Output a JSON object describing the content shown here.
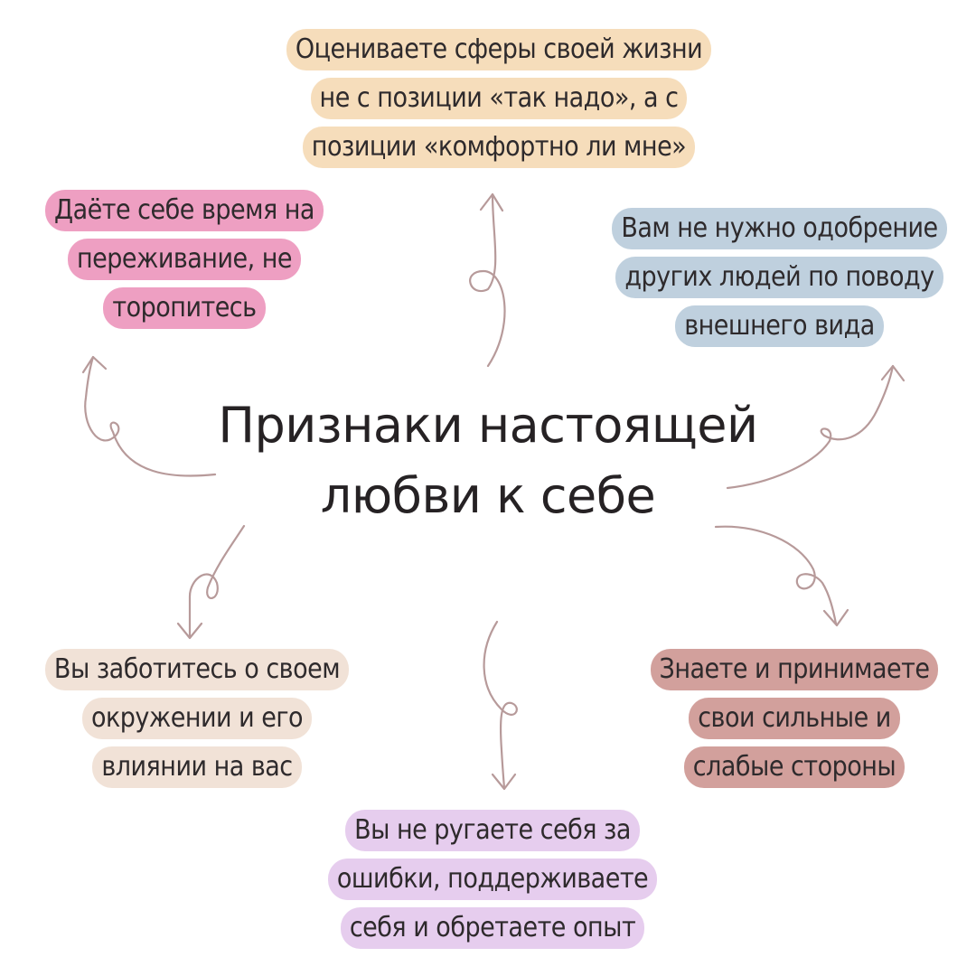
{
  "title": {
    "lines": [
      "Признаки настоящей",
      "любви к себе"
    ]
  },
  "nodes": [
    {
      "id": "node-top",
      "lines": [
        "Оцениваете сферы своей жизни",
        "не с позиции «так надо», а с",
        "позиции «комфортно ли мне»"
      ],
      "color": "#f6ddbb"
    },
    {
      "id": "node-top-left",
      "lines": [
        "Даёте себе время на",
        "переживание, не",
        "торопитесь"
      ],
      "color": "#ee9fc2"
    },
    {
      "id": "node-top-right",
      "lines": [
        "Вам не нужно одобрение",
        "других людей по поводу",
        "внешнего вида"
      ],
      "color": "#bfd0de"
    },
    {
      "id": "node-bottom-left",
      "lines": [
        "Вы заботитесь о своем",
        "окружении и его",
        "влиянии на вас"
      ],
      "color": "#f1e2d7"
    },
    {
      "id": "node-bottom",
      "lines": [
        "Вы не ругаете себя за",
        "ошибки, поддерживаете",
        "себя и обретаете опыт"
      ],
      "color": "#e6cdee"
    },
    {
      "id": "node-bottom-right",
      "lines": [
        "Знаете и принимаете",
        "свои сильные и",
        "слабые стороны"
      ],
      "color": "#d2a09c"
    }
  ],
  "arrow_color": "#b79a9a"
}
